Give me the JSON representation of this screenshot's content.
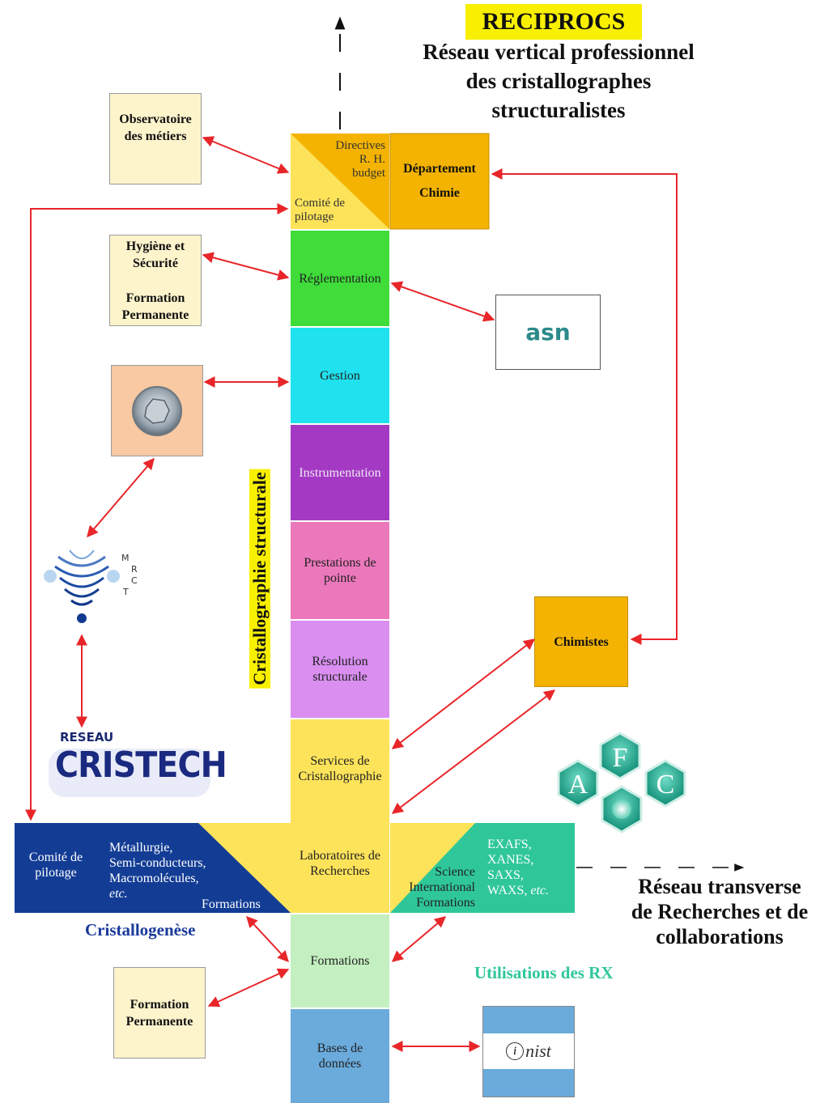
{
  "header": {
    "title": "RECIPROCS",
    "subtitle_lines": [
      "Réseau vertical professionnel",
      "des cristallographes",
      "structuralistes"
    ]
  },
  "column": {
    "top_left_cell": {
      "directives": [
        "Directives",
        "R. H.",
        "budget"
      ],
      "comite": [
        "Comité de",
        "pilotage"
      ]
    },
    "reglementation": "Réglementation",
    "gestion": "Gestion",
    "instrumentation": "Instrumentation",
    "prestations": [
      "Prestations de",
      "pointe"
    ],
    "resolution": [
      "Résolution",
      "structurale"
    ],
    "services": [
      "Services de",
      "Cristallographie"
    ],
    "laboratoires": [
      "Laboratoires de",
      "Recherches"
    ],
    "formations": "Formations",
    "bases": [
      "Bases de",
      "données"
    ]
  },
  "vertical_label": "Cristallographie structurale",
  "departement": [
    "Département",
    "Chimie"
  ],
  "left_boxes": {
    "observatoire": [
      "Observatoire",
      "des métiers"
    ],
    "hygiene": [
      "Hygiène et",
      "Sécurité",
      "",
      "Formation",
      "Permanente"
    ],
    "formation_permanente": [
      "Formation",
      "Permanente"
    ]
  },
  "right_boxes": {
    "chimistes": "Chimistes",
    "asn_logo": "asn",
    "inist_logo": "nist"
  },
  "mrct": [
    "M",
    "R",
    "C",
    "T"
  ],
  "cristech": {
    "small": "RESEAU",
    "big": "CRISTECH"
  },
  "afc": [
    "A",
    "F",
    "C"
  ],
  "left_band": {
    "comite": [
      "Comité de",
      "pilotage"
    ],
    "domains": [
      "Métallurgie,",
      "Semi-conducteurs,",
      "Macromolécules,",
      "etc."
    ],
    "formations": "Formations",
    "caption": "Cristallogenèse"
  },
  "right_band": {
    "left_text": [
      "Science",
      "International",
      "Formations"
    ],
    "techniques": [
      "EXAFS,",
      "XANES,",
      "SAXS,",
      "WAXS,"
    ],
    "etc": "etc.",
    "caption": "Utilisations des RX",
    "transverse": [
      "Réseau transverse",
      "de Recherches et de",
      "collaborations"
    ]
  },
  "colors": {
    "yellow": "#fde35a",
    "orange": "#f3b300",
    "green": "#3fdc3a",
    "cyan": "#20e2ef",
    "purple": "#a43ac4",
    "pink": "#ec78bc",
    "lilac": "#d98ef0",
    "light_green": "#c4efc0",
    "blue": "#6aabdc",
    "navy": "#133d95",
    "teal": "#2fc79a",
    "arrow": "#e8262a"
  }
}
